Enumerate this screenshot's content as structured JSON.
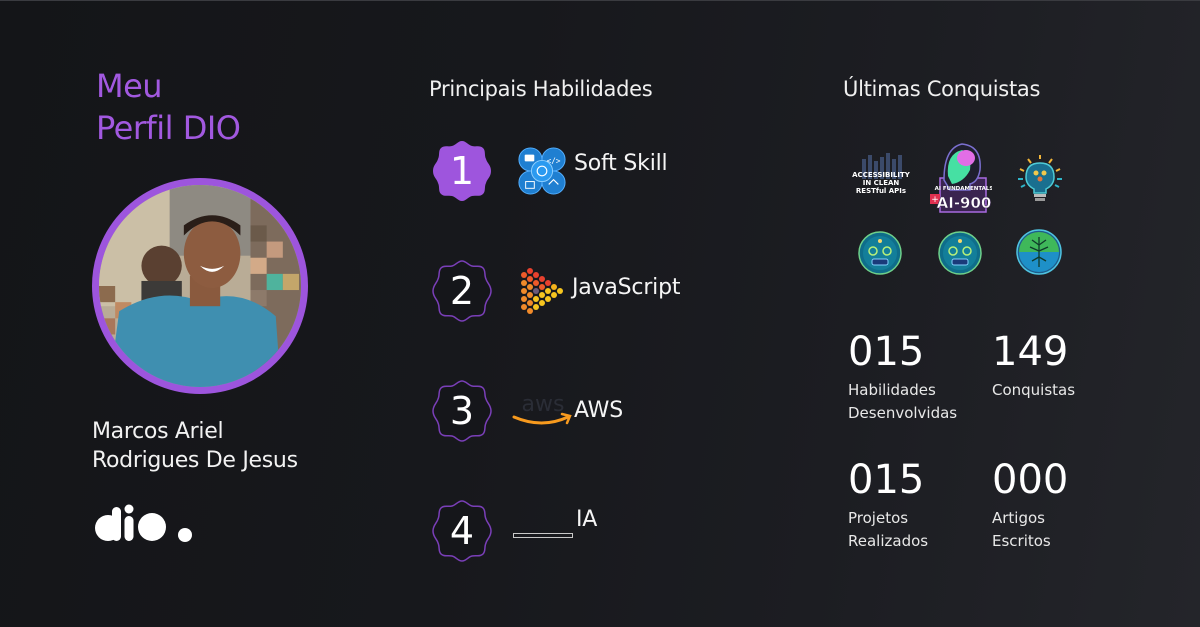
{
  "header": {
    "title_line1": "Meu",
    "title_line2": "Perfil DIO"
  },
  "profile": {
    "name_line1": "Marcos Ariel",
    "name_line2": "Rodrigues De Jesus",
    "avatar": "profile-photo",
    "logo": "dio-logo"
  },
  "skills": {
    "title": "Principais Habilidades",
    "items": [
      {
        "rank": "1",
        "label": "Soft Skill",
        "icon": "soft-skill-icon",
        "highlighted": true
      },
      {
        "rank": "2",
        "label": "JavaScript",
        "icon": "javascript-icon",
        "highlighted": false
      },
      {
        "rank": "3",
        "label": "AWS",
        "icon": "aws-icon",
        "highlighted": false
      },
      {
        "rank": "4",
        "label": "IA",
        "icon": "ia-icon",
        "highlighted": false
      }
    ]
  },
  "achievements": {
    "title": "Últimas Conquistas",
    "badges": [
      {
        "name": "accessibility-clean-restful-apis-badge",
        "text": "ACCESSIBILITY IN CLEAN RESTful APIs"
      },
      {
        "name": "ai-900-badge",
        "text": "AI FUNDAMENTALS AI-900"
      },
      {
        "name": "lightbulb-badge",
        "text": ""
      },
      {
        "name": "robot-face-badge-1",
        "text": ""
      },
      {
        "name": "robot-face-badge-2",
        "text": ""
      },
      {
        "name": "circuit-tree-badge",
        "text": ""
      }
    ]
  },
  "stats": [
    {
      "value": "015",
      "label_line1": "Habilidades",
      "label_line2": "Desenvolvidas"
    },
    {
      "value": "149",
      "label_line1": "Conquistas",
      "label_line2": ""
    },
    {
      "value": "015",
      "label_line1": "Projetos",
      "label_line2": "Realizados"
    },
    {
      "value": "000",
      "label_line1": "Artigos",
      "label_line2": "Escritos"
    }
  ],
  "colors": {
    "accent": "#a259e0",
    "badge_fill": "#9e55dd",
    "badge_outline": "#7a3fb8",
    "background_start": "#141518",
    "background_end": "#24252a"
  }
}
